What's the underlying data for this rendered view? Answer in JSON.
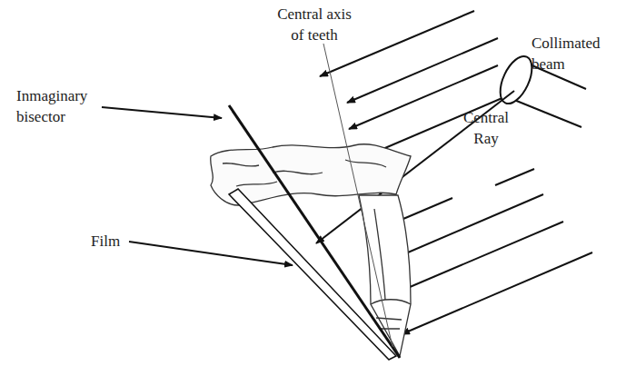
{
  "diagram": {
    "labels": [
      "Central axis of teeth",
      "Collimated beam",
      "Inmaginary bisector",
      "Central Ray",
      "Film"
    ]
  }
}
